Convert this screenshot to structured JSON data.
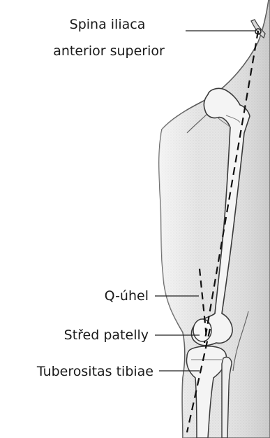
{
  "labels": {
    "spina_line1": "Spina iliaca",
    "spina_line2": "anterior superior",
    "q_angle": "Q-úhel",
    "patella_center": "Střed patelly",
    "tuberositas": "Tuberositas tibiae"
  }
}
